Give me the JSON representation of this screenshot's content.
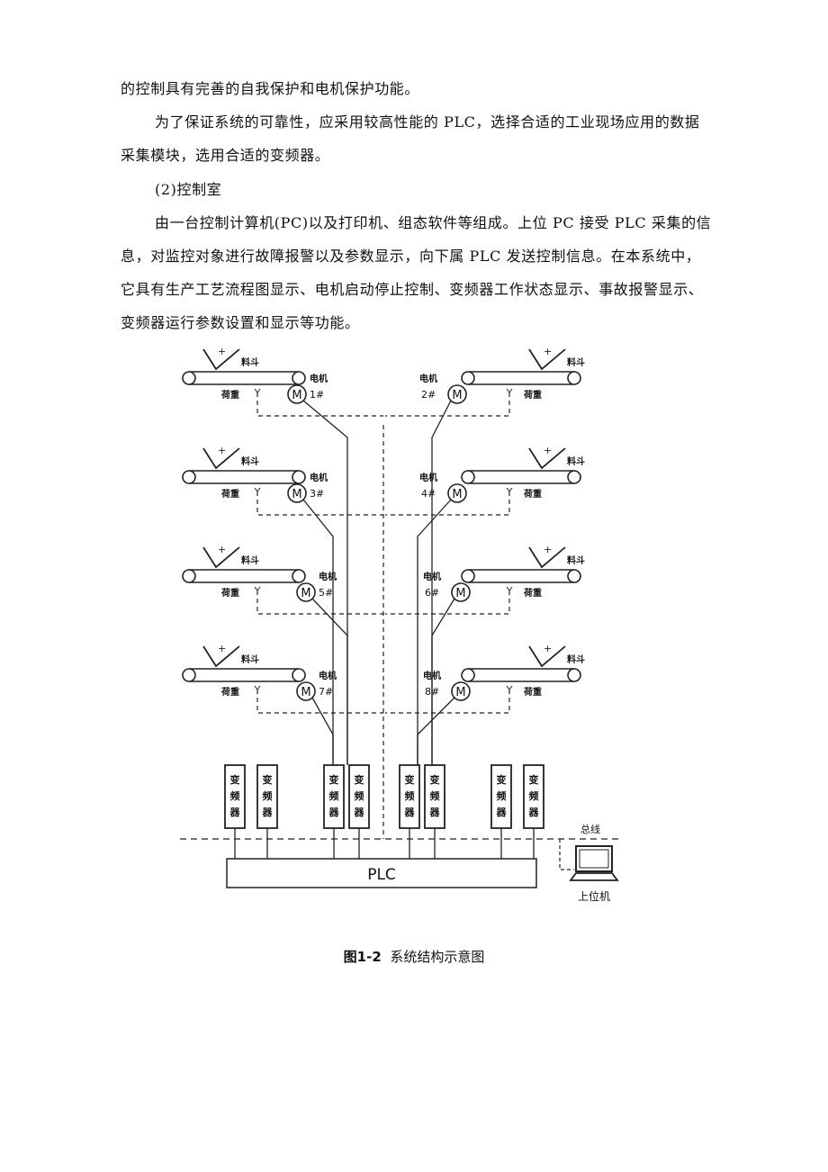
{
  "paragraphs": {
    "p1": "的控制具有完善的自我保护和电机保护功能。",
    "p2": [
      "为了保证系统的可靠性，应采用较高性能的 PLC，选择合适的工业现场应用的数据",
      "采集模块，选用合适的变频器。"
    ],
    "p3": "(2)控制室",
    "p4": [
      "由一台控制计算机(PC)以及打印机、组态软件等组成。上位 PC 接受 PLC 采集的信",
      "息，对监控对象进行故障报警以及参数显示，向下属 PLC 发送控制信息。在本系统中，",
      "它具有生产工艺流程图显示、电机启动停止控制、变频器工作状态显示、事故报警显示、",
      "变频器运行参数设置和显示等功能。"
    ]
  },
  "diagram": {
    "hopper_label": "料斗",
    "weight_label": "荷重",
    "motor_label": "电机",
    "motor_symbol": "M",
    "motors": [
      "1#",
      "2#",
      "3#",
      "4#",
      "5#",
      "6#",
      "7#",
      "8#"
    ],
    "inverter_label": [
      "变",
      "频",
      "器"
    ],
    "plc_label": "PLC",
    "bus_label": "总线",
    "host_label": "上位机"
  },
  "caption": {
    "number": "图1-2",
    "text": "系统结构示意图"
  }
}
